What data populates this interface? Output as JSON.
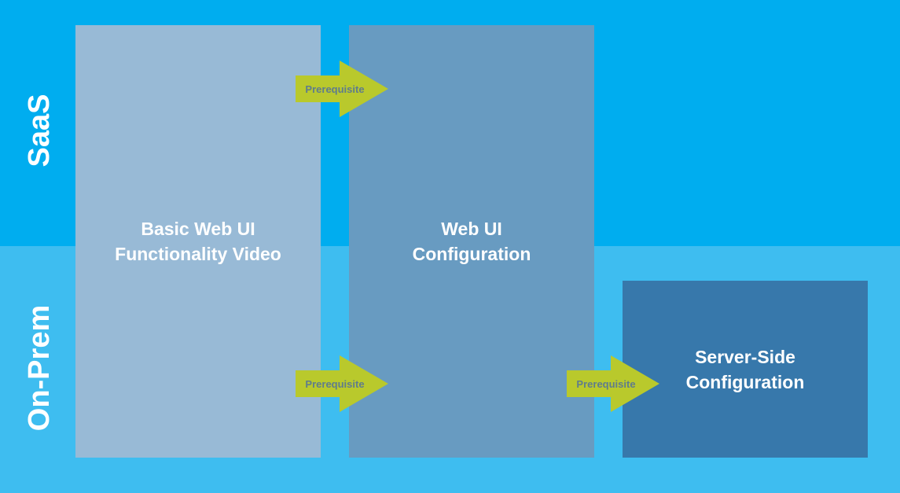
{
  "colors": {
    "saas_band": "#00adef",
    "onprem_band": "#3ebdf0",
    "box_basic": "#98bad6",
    "box_webui": "#689bc1",
    "box_server": "#3778ab",
    "arrow_fill": "#b9c92c",
    "arrow_text": "#5f7c8c"
  },
  "lanes": {
    "saas": "SaaS",
    "onprem": "On-Prem"
  },
  "boxes": {
    "basic": "Basic Web UI\nFunctionality Video",
    "webui": "Web UI\nConfiguration",
    "server": "Server-Side\nConfiguration"
  },
  "arrows": {
    "saas_prereq": "Prerequisite",
    "onprem_prereq_1": "Prerequisite",
    "onprem_prereq_2": "Prerequisite"
  }
}
